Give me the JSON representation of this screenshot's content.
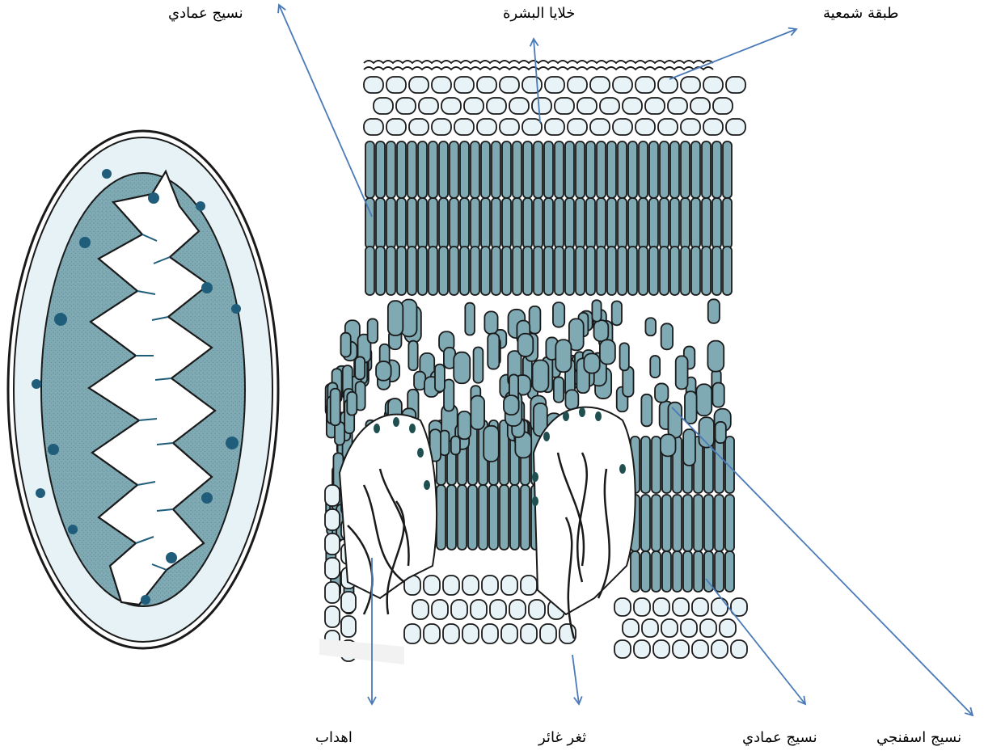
{
  "labels": {
    "palisade_top": "نسيج عمادي",
    "epidermis": "خلايا البشرة",
    "waxy_layer": "طبقة شمعية",
    "hairs": "اهداب",
    "sunken_stoma": "ثغر غائر",
    "palisade_bottom": "نسيج عمادي",
    "spongy": "نسيج اسفنجي"
  },
  "colors": {
    "cell_fill": "#7fa9b3",
    "cell_light": "#e8f3f7",
    "outline": "#1a1a1a",
    "arrow": "#4a7ab8",
    "nucleus": "#1f5d7a"
  }
}
